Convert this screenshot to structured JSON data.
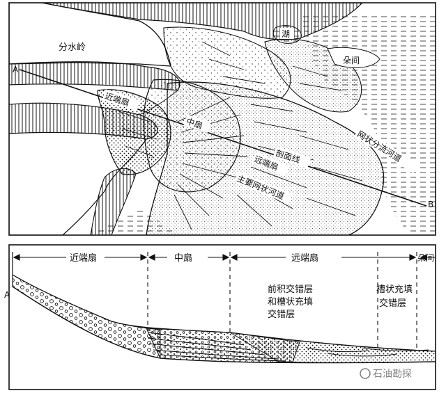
{
  "plan_map": {
    "labels": {
      "divide": "分水岭",
      "lake": "湖",
      "interdistributary": "朵间",
      "proximal_fan": "近端扇",
      "mid_fan": "中扇",
      "distal_fan": "远端扇",
      "section_line": "剖面线",
      "braided_channels": "网状分流河道",
      "main_braided_channels": "主要网状河道"
    },
    "section_ends": {
      "start": "A",
      "end": "B"
    }
  },
  "cross_section": {
    "zones": {
      "proximal": "近端扇",
      "mid": "中扇",
      "distal": "远端扇",
      "lobe_gap": "朵间"
    },
    "annotations": {
      "foreset_line1": "前积交错层",
      "foreset_line2": "和槽状充填",
      "foreset_line3": "交错层",
      "trough_line1": "槽状充填",
      "trough_line2": "交错层"
    },
    "start_label": "A"
  },
  "watermark": {
    "text": "石油勘探"
  },
  "colors": {
    "ink": "#111111",
    "background": "#ffffff",
    "water_hatch": "#333333"
  }
}
